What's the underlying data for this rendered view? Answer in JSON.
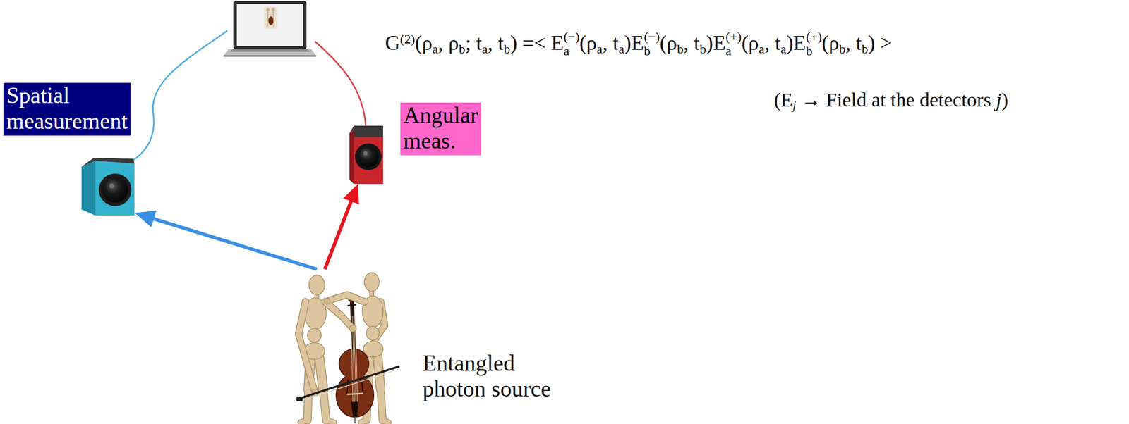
{
  "diagram": {
    "nodes": [
      {
        "text": [
          "Spatial measurement"
        ]
      },
      {
        "text": [
          "Angular meas."
        ]
      },
      {
        "text": [
          "Entangled photon source"
        ]
      }
    ],
    "edges": [
      {
        "from": 2,
        "to": 0,
        "arrow": "to"
      },
      {
        "from": 2,
        "to": 1,
        "arrow": "to"
      }
    ],
    "labels": [
      "G",
      "(2)",
      "(ρ",
      "a",
      ", ρ",
      "b",
      "; t",
      "a",
      ", t",
      "b",
      ") =< E",
      "(−)",
      "a",
      "(ρ",
      "a",
      ", t",
      "a",
      ")E",
      "(−)",
      "b",
      "(ρ",
      "b",
      ", t",
      "b",
      ")E",
      "(+)",
      "a",
      "(ρ",
      "a",
      ", t",
      "a",
      ")E",
      "(+)",
      "b",
      "(ρ",
      "b",
      ", t",
      "b",
      ") >",
      "(E",
      "j",
      " → Field at the detectors ",
      "j",
      ")"
    ]
  }
}
